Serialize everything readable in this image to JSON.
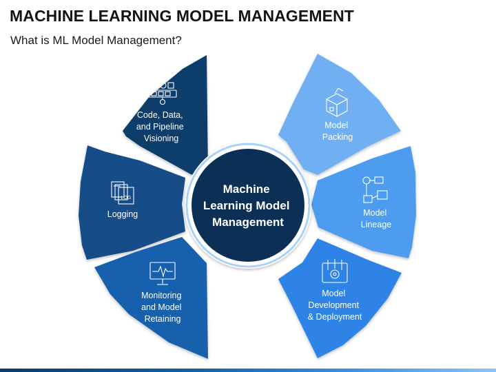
{
  "header": {
    "title": "MACHINE LEARNING MODEL MANAGEMENT",
    "subtitle": "What is ML Model Management?"
  },
  "center": {
    "lines": [
      "Machine",
      "Learning Model",
      "Management"
    ]
  },
  "segments": {
    "code_data_pipeline": {
      "lines": [
        "Code, Data,",
        "and Pipeline",
        "Visioning"
      ],
      "icon": "workflow-icon",
      "color": "#0e3c6b"
    },
    "logging": {
      "lines": [
        "Logging"
      ],
      "icon": "log-files-icon",
      "color": "#124d88"
    },
    "monitoring": {
      "lines": [
        "Monitoring",
        "and Model",
        "Retaining"
      ],
      "icon": "monitor-pulse-icon",
      "color": "#1561ad"
    },
    "model_packing": {
      "lines": [
        "Model",
        "Packing"
      ],
      "icon": "box-package-icon",
      "color": "#6fb0f2"
    },
    "model_lineage": {
      "lines": [
        "Model",
        "Lineage"
      ],
      "icon": "lineage-icon",
      "color": "#4e9cef"
    },
    "model_development": {
      "lines": [
        "Model",
        "Development",
        "& Deployment"
      ],
      "icon": "development-icon",
      "color": "#2f83e6"
    }
  },
  "colors": {
    "title_text": "#141414",
    "center_fill": "#0c2f55",
    "center_ring": "#a9d2f6"
  }
}
